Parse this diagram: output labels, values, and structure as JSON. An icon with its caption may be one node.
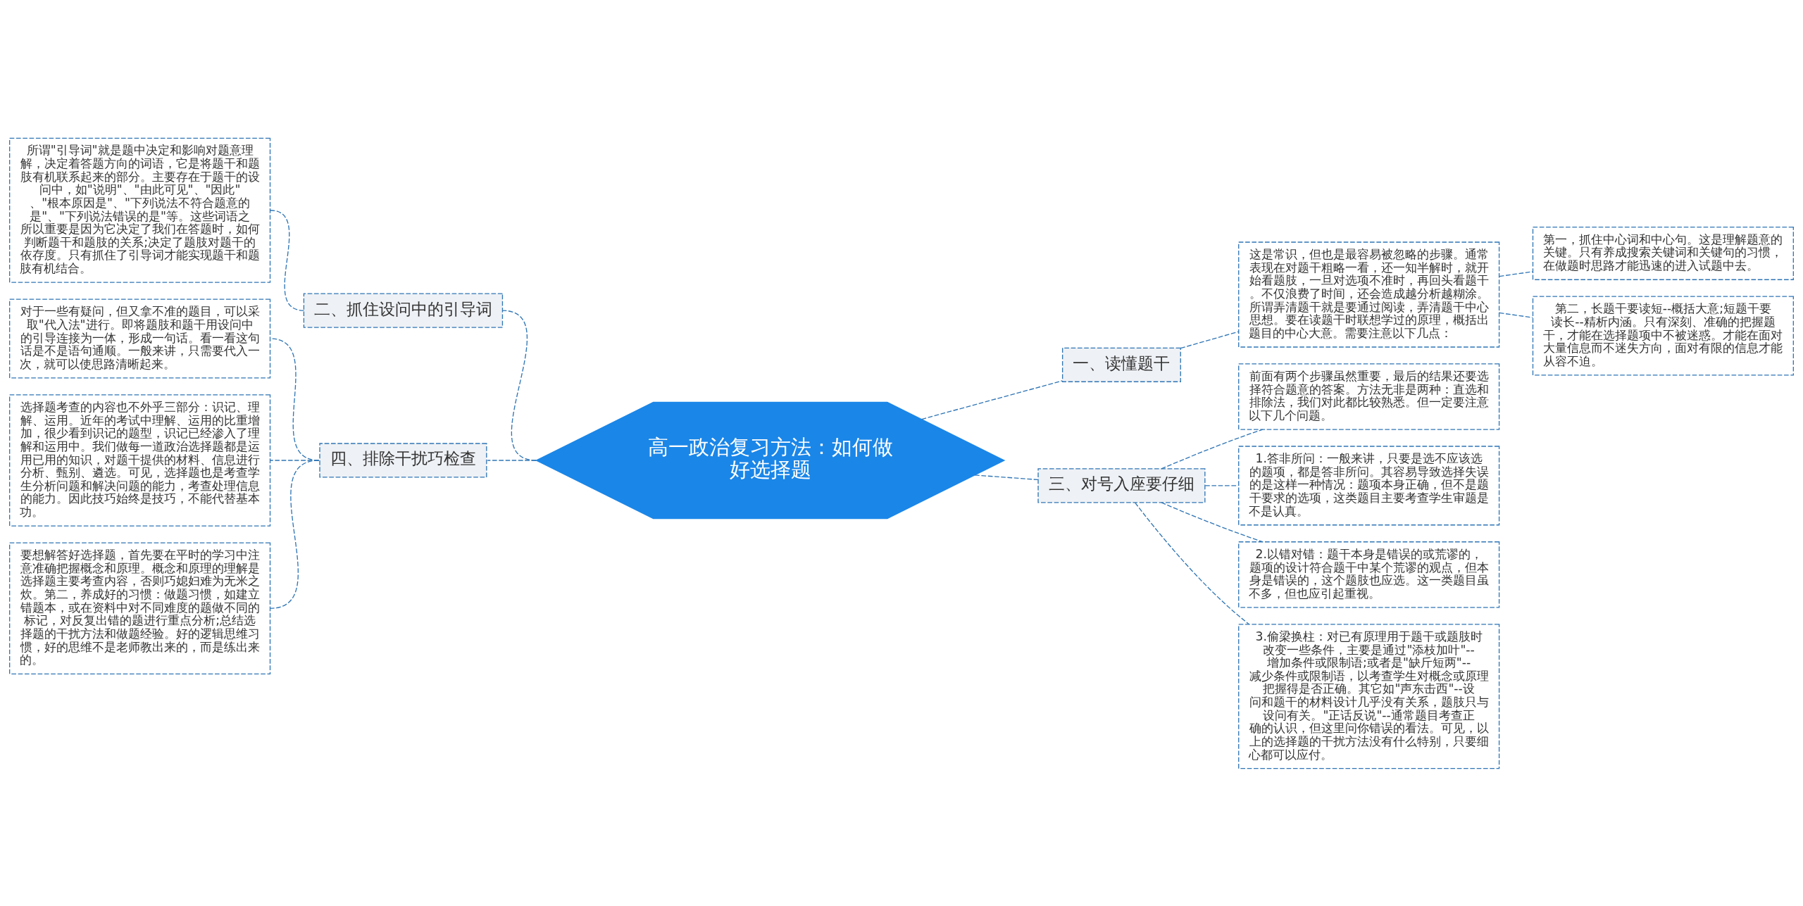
{
  "diagram": {
    "nodes": [
      {
        "text": [
          "高一政治复习方法：如何做好选择题"
        ]
      },
      {
        "text": [
          "一、读懂题干"
        ]
      },
      {
        "text": [
          "这是常识，但也是最容易被忽略的步骤。通常表现在对题干粗略一看，还一知半解时，就开始看题肢，一旦对选项不准时，再回头看题干。不仅浪费了时间，还会造成越分析越糊涂。所谓弄清题干就是要通过阅读，弄清题干中心思想。要在读题干时联想学过的原理，概括出题目的中心大意。需要注意以下几点："
        ]
      },
      {
        "text": [
          "第一，抓住中心词和中心句。这是理解题意的关键。只有养成搜索关键词和关键句的习惯，在做题时思路才能迅速的进入试题中去。"
        ]
      },
      {
        "text": [
          "第二，长题干要读短--概括大意;短题干要读长--精析内涵。只有深刻、准确的把握题干，才能在选择题项中不被迷惑。才能在面对大量信息而不迷失方向，面对有限的信息才能从容不迫。"
        ]
      },
      {
        "text": [
          "三、对号入座要仔细"
        ]
      },
      {
        "text": [
          "前面有两个步骤虽然重要，最后的结果还要选择符合题意的答案。方法无非是两种：直选和排除法，我们对此都比较熟悉。但一定要注意以下几个问题。"
        ]
      },
      {
        "text": [
          "1.答非所问：一般来讲，只要是选不应该选的题项，都是答非所问。其容易导致选择失误的是这样一种情况：题项本身正确，但不是题干要求的选项，这类题目主要考查学生审题是不是认真。"
        ]
      },
      {
        "text": [
          "2.以错对错：题干本身是错误的或荒谬的，题项的设计符合题干中某个荒谬的观点，但本身是错误的，这个题肢也应选。这一类题目虽不多，但也应引起重视。"
        ]
      },
      {
        "text": [
          "3.偷梁换柱：对已有原理用于题干或题肢时改变一些条件，主要是通过\"添枝加叶\"--增加条件或限制语;或者是\"缺斤短两\"--减少条件或限制语，以考查学生对概念或原理把握得是否正确。其它如\"声东击西\"--设问和题干的材料设计几乎没有关系，题肢只与设问有关。\"正话反说\"--通常题目考查正确的认识，但这里问你错误的看法。可见，以上的选择题的干扰方法没有什么特别，只要细心都可以应付。"
        ]
      },
      {
        "text": [
          "二、抓住设问中的引导词"
        ]
      },
      {
        "text": [
          "所谓\"引导词\"就是题中决定和影响对题意理解，决定着答题方向的词语，它是将题干和题肢有机联系起来的部分。主要存在于题干的设问中，如\"说明\"、\"由此可见\"、\"因此\"、\"根本原因是\"、\"下列说法不符合题意的是\"、\"下列说法错误的是\"等。这些词语之所以重要是因为它决定了我们在答题时，如何判断题干和题肢的关系;决定了题肢对题干的依存度。只有抓住了引导词才能实现题干和题肢有机结合。"
        ]
      },
      {
        "text": [
          "四、排除干扰巧检查"
        ]
      },
      {
        "text": [
          "对于一些有疑问，但又拿不准的题目，可以采取\"代入法\"进行。即将题肢和题干用设问中的引导连接为一体，形成一句话。看一看这句话是不是语句通顺。一般来讲，只需要代入一次，就可以使思路清晰起来。"
        ]
      },
      {
        "text": [
          "选择题考查的内容也不外乎三部分：识记、理解、运用。近年的考试中理解、运用的比重增加，很少看到识记的题型，识记已经渗入了理解和运用中。我们做每一道政治选择题都是运用已用的知识，对题干提供的材料、信息进行分析、甄别、遴选。可见，选择题也是考查学生分析问题和解决问题的能力，考查处理信息的能力。因此技巧始终是技巧，不能代替基本功。"
        ]
      },
      {
        "text": [
          "要想解答好选择题，首先要在平时的学习中注意准确把握概念和原理。概念和原理的理解是选择题主要考查内容，否则巧媳妇难为无米之炊。第二，养成好的习惯：做题习惯，如建立错题本，或在资料中对不同难度的题做不同的标记，对反复出错的题进行重点分析;总结选择题的干扰方法和做题经验。好的逻辑思维习惯，好的思维不是老师教出来的，而是练出来的。"
        ]
      }
    ],
    "edges": [
      {
        "from": 0,
        "to": 1,
        "arrow": "none",
        "style": "dashed"
      },
      {
        "from": 1,
        "to": 2,
        "arrow": "none",
        "style": "dashed"
      },
      {
        "from": 2,
        "to": 3,
        "arrow": "none",
        "style": "dashed"
      },
      {
        "from": 2,
        "to": 4,
        "arrow": "none",
        "style": "dashed"
      },
      {
        "from": 0,
        "to": 5,
        "arrow": "none",
        "style": "dashed"
      },
      {
        "from": 5,
        "to": 6,
        "arrow": "none",
        "style": "dashed"
      },
      {
        "from": 5,
        "to": 7,
        "arrow": "none",
        "style": "dashed"
      },
      {
        "from": 5,
        "to": 8,
        "arrow": "none",
        "style": "dashed"
      },
      {
        "from": 5,
        "to": 9,
        "arrow": "none",
        "style": "dashed"
      },
      {
        "from": 0,
        "to": 10,
        "arrow": "none",
        "style": "dashed"
      },
      {
        "from": 10,
        "to": 11,
        "arrow": "none",
        "style": "dashed"
      },
      {
        "from": 0,
        "to": 12,
        "arrow": "none",
        "style": "dashed"
      },
      {
        "from": 12,
        "to": 13,
        "arrow": "none",
        "style": "dashed"
      },
      {
        "from": 12,
        "to": 14,
        "arrow": "none",
        "style": "dashed"
      },
      {
        "from": 12,
        "to": 15,
        "arrow": "none",
        "style": "dashed"
      }
    ]
  }
}
